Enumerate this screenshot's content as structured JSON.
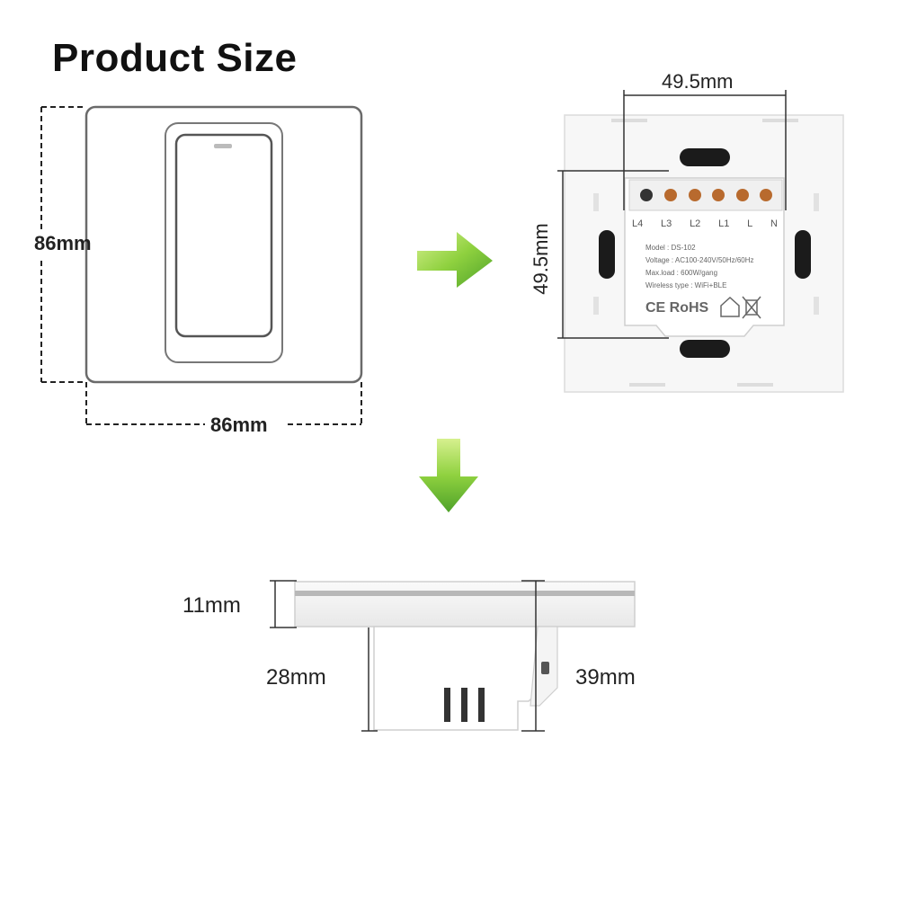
{
  "title": "Product Size",
  "front_view": {
    "height_label": "86mm",
    "width_label": "86mm"
  },
  "back_view": {
    "width_label": "49.5mm",
    "height_label": "49.5mm",
    "terminals": [
      "L4",
      "L3",
      "L2",
      "L1",
      "L",
      "N"
    ],
    "model_line": "Model : DS-102",
    "voltage_line": "Voltage : AC100-240V/50Hz/60Hz",
    "maxload_line": "Max.load : 600W/gang",
    "wireless_line": "Wireless type : WiFi+BLE",
    "cert_marks": "CE RoHS"
  },
  "side_view": {
    "plate_depth_label": "11mm",
    "box_depth_label": "28mm",
    "total_depth_label": "39mm"
  },
  "colors": {
    "arrow_green": "#7cc242",
    "arrow_green_light": "#c9e88a"
  }
}
